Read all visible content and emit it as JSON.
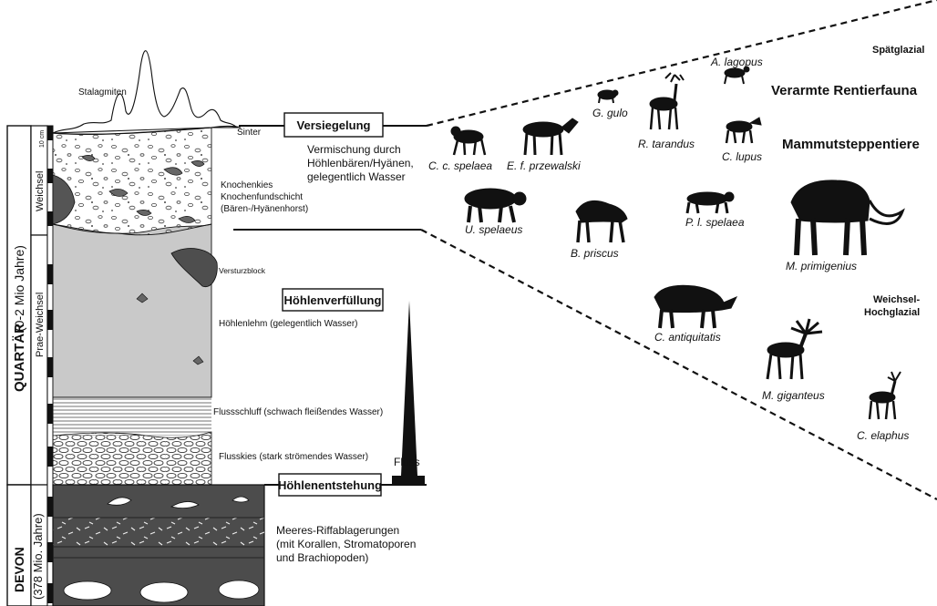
{
  "periods": {
    "quartaer": "QUARTÄR",
    "quartaer_age": "(0-2 Mio Jahre)",
    "devon": "DEVON",
    "devon_age": "(378 Mio. Jahre)",
    "weichsel": "Weichsel",
    "prae_weichsel": "Prae-Weichsel",
    "scale": "10 cm"
  },
  "layers": {
    "stalagmiten": "Stalagmiten",
    "sinter": "Sinter",
    "vermischung": [
      "Vermischung durch",
      "Höhlenbären/Hyänen,",
      "gelegentlich Wasser"
    ],
    "knochen": [
      "Knochenkies",
      "Knochenfundschicht",
      "(Bären-/Hyänenhorst)"
    ],
    "versturzblock": "Versturzblock",
    "hoehlenlehm": "Höhlenlehm (gelegentlich Wasser)",
    "flussschluff": "Flussschluff (schwach fleißendes Wasser)",
    "flusskies": "Flusskies (stark strömendes Wasser)",
    "fluss": "Fluss",
    "meeres": [
      "Meeres-Riffablagerungen",
      "(mit Korallen, Stromatoporen",
      "und Brachiopoden)"
    ]
  },
  "boxes": {
    "versiegelung": "Versiegelung",
    "hoehlenverfuellung": "Höhlenverfüllung",
    "hoehlenentstehung": "Höhlenentstehung"
  },
  "zones": {
    "spaetglazial": "Spätglazial",
    "rentierfauna": "Verarmte Rentierfauna",
    "mammut": "Mammutsteppentiere",
    "hochglazial": [
      "Weichsel-",
      "Hochglazial"
    ]
  },
  "animals": [
    {
      "id": "a-lagopus",
      "label": "A. lagopus"
    },
    {
      "id": "g-gulo",
      "label": "G. gulo"
    },
    {
      "id": "r-tarandus",
      "label": "R. tarandus"
    },
    {
      "id": "c-c-spelaea",
      "label": "C. c. spelaea"
    },
    {
      "id": "e-f-przewalski",
      "label": "E. f. przewalski"
    },
    {
      "id": "c-lupus",
      "label": "C. lupus"
    },
    {
      "id": "u-spelaeus",
      "label": "U. spelaeus"
    },
    {
      "id": "b-priscus",
      "label": "B. priscus"
    },
    {
      "id": "p-l-spelaea",
      "label": "P. l. spelaea"
    },
    {
      "id": "m-primigenius",
      "label": "M. primigenius"
    },
    {
      "id": "c-antiquitatis",
      "label": "C. antiquitatis"
    },
    {
      "id": "m-giganteus",
      "label": "M. giganteus"
    },
    {
      "id": "c-elaphus",
      "label": "C. elaphus"
    }
  ],
  "colors": {
    "loam": "#c8c8c8",
    "rock": "#505050",
    "bone": "#707070",
    "ink": "#111111"
  }
}
